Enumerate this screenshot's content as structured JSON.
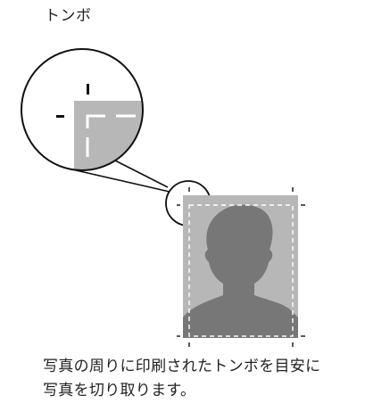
{
  "title": "トンボ",
  "caption": {
    "line1": "写真の周りに印刷されたトンボを目安に",
    "line2": "写真を切り取ります。"
  },
  "colors": {
    "text": "#222222",
    "photo_gray": "#b7b7b7",
    "silhouette": "#777777",
    "marks": "#111111",
    "dashed_line": "#ffffff"
  },
  "icons": {
    "magnifier": "magnifier-circle-icon",
    "silhouette": "person-silhouette-icon"
  }
}
